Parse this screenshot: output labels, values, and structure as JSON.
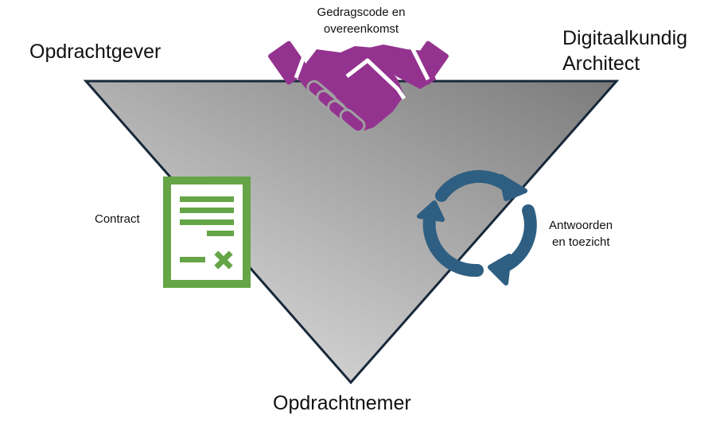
{
  "diagram": {
    "title": "Relatie opdrachtgever, opdrachtnemer en digitaalkundig architect",
    "roles": {
      "top_left": "Opdrachtgever",
      "top_right_line1": "Digitaalkundig",
      "top_right_line2": "Architect",
      "bottom": "Opdrachtnemer"
    },
    "relations": {
      "agreement": {
        "line1": "Gedragscode en",
        "line2": "overeenkomst",
        "icon": "handshake-icon"
      },
      "contract": {
        "label": "Contract",
        "icon": "contract-document-icon"
      },
      "oversight": {
        "line1": "Antwoorden",
        "line2": "en toezicht",
        "icon": "cycle-arrows-icon"
      }
    },
    "colors": {
      "triangle_light": "#dedede",
      "triangle_dark": "#7b7b7b",
      "triangle_stroke": "#17283a",
      "handshake": "#93338f",
      "contract": "#65a547",
      "cycle": "#2e5f82"
    }
  }
}
